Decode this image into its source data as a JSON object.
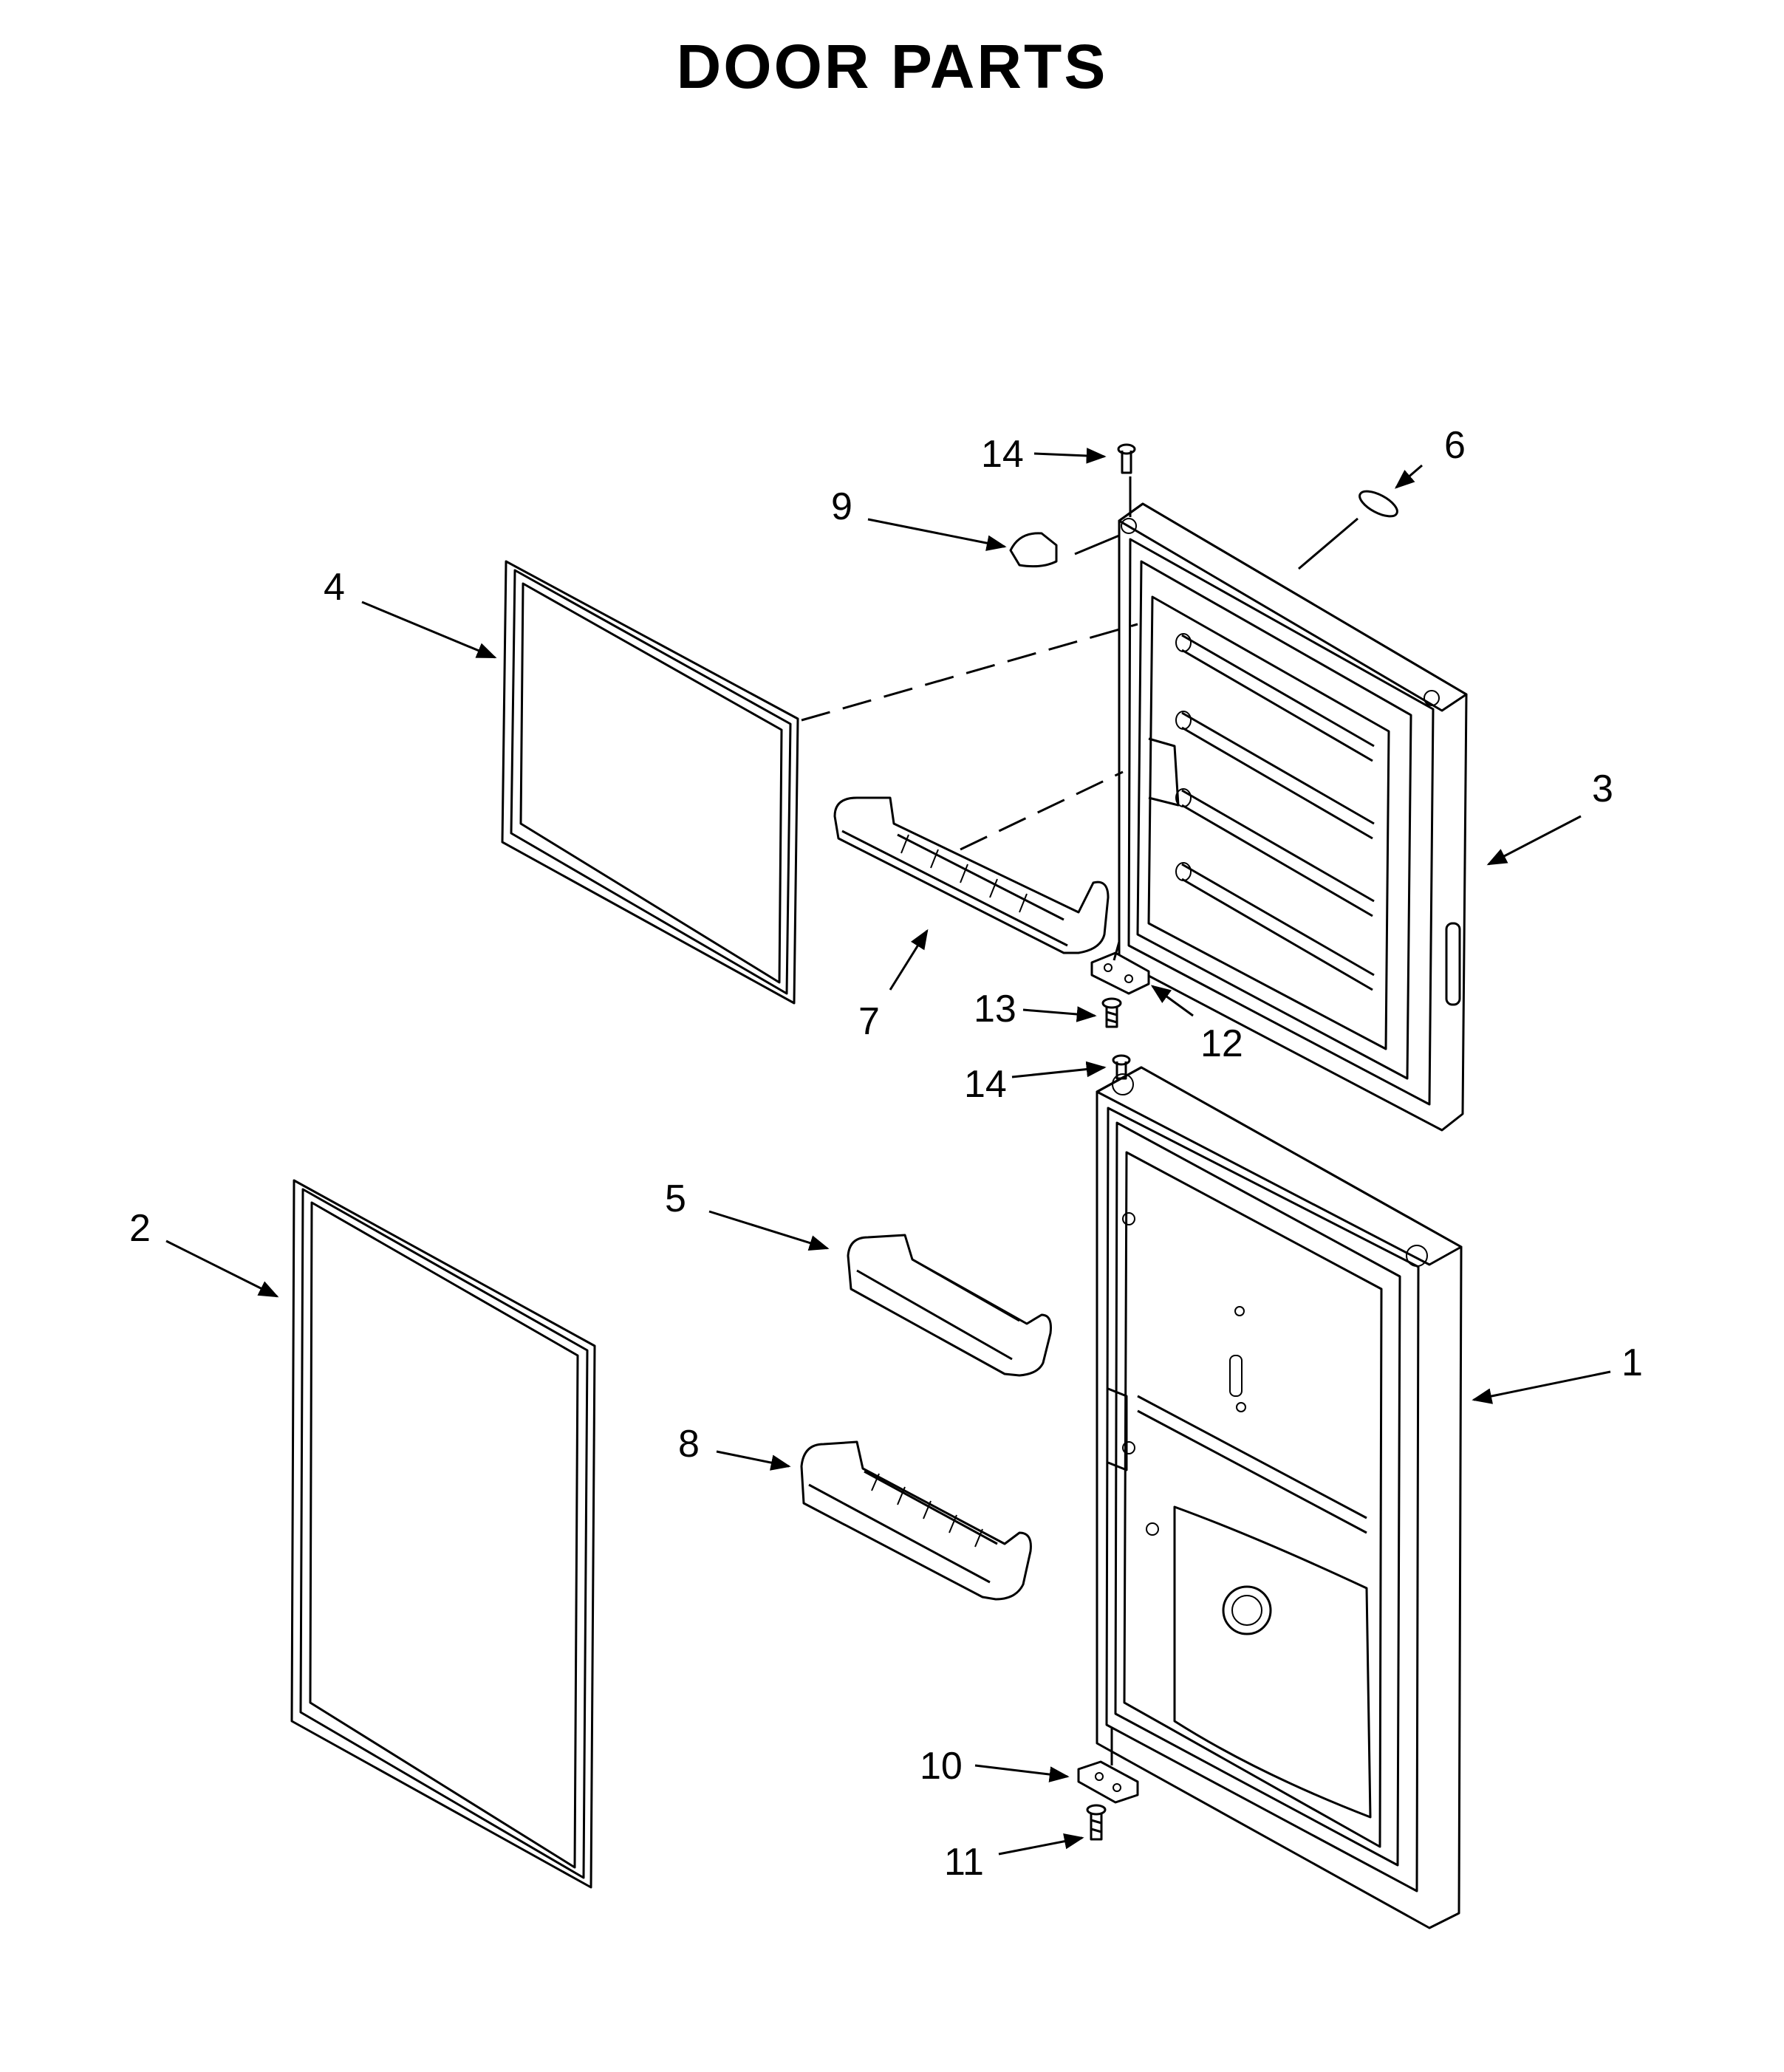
{
  "title": "DOOR PARTS",
  "callouts": [
    {
      "id": "c14a",
      "label": "14"
    },
    {
      "id": "c6",
      "label": "6"
    },
    {
      "id": "c9",
      "label": "9"
    },
    {
      "id": "c4",
      "label": "4"
    },
    {
      "id": "c3",
      "label": "3"
    },
    {
      "id": "c7",
      "label": "7"
    },
    {
      "id": "c13",
      "label": "13"
    },
    {
      "id": "c12",
      "label": "12"
    },
    {
      "id": "c14b",
      "label": "14"
    },
    {
      "id": "c2",
      "label": "2"
    },
    {
      "id": "c5",
      "label": "5"
    },
    {
      "id": "c1",
      "label": "1"
    },
    {
      "id": "c8",
      "label": "8"
    },
    {
      "id": "c10",
      "label": "10"
    },
    {
      "id": "c11",
      "label": "11"
    }
  ],
  "colors": {
    "line": "#000000",
    "background": "#ffffff"
  }
}
